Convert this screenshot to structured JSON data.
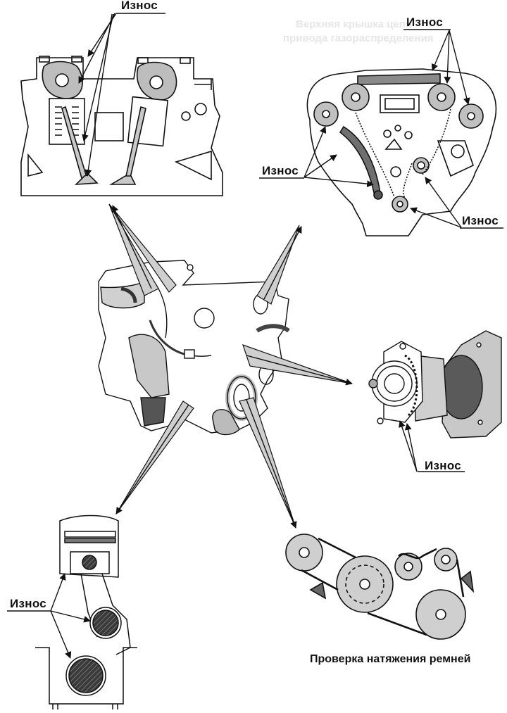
{
  "figure": {
    "type": "technical-illustration",
    "subject": "engine wear inspection points",
    "colors": {
      "ink": "#111111",
      "shade_light": "#cfcfcf",
      "shade_mid": "#a8a8a8",
      "shade_dark": "#555555",
      "paper": "#ffffff"
    }
  },
  "labels": {
    "cylinder_head_wear": "Износ",
    "timing_chain_top_wear": "Износ",
    "timing_chain_left_wear": "Износ",
    "timing_chain_right_wear": "Износ",
    "water_pump_wear": "Износ",
    "piston_wear": "Износ",
    "belt_caption": "Проверка натяжения ремней"
  },
  "components": [
    {
      "id": "cylinder-head",
      "name": "Cylinder head (camshafts, valves)"
    },
    {
      "id": "timing-chain",
      "name": "Timing chain & sprockets"
    },
    {
      "id": "engine-block",
      "name": "Engine assembly"
    },
    {
      "id": "water-pump",
      "name": "Water pump"
    },
    {
      "id": "piston-rod",
      "name": "Piston & connecting rod"
    },
    {
      "id": "drive-belt",
      "name": "Accessory drive belt"
    }
  ],
  "background_bleed": {
    "line1": "Верхняя крышка цепи",
    "line2": "привода газораспределения"
  }
}
